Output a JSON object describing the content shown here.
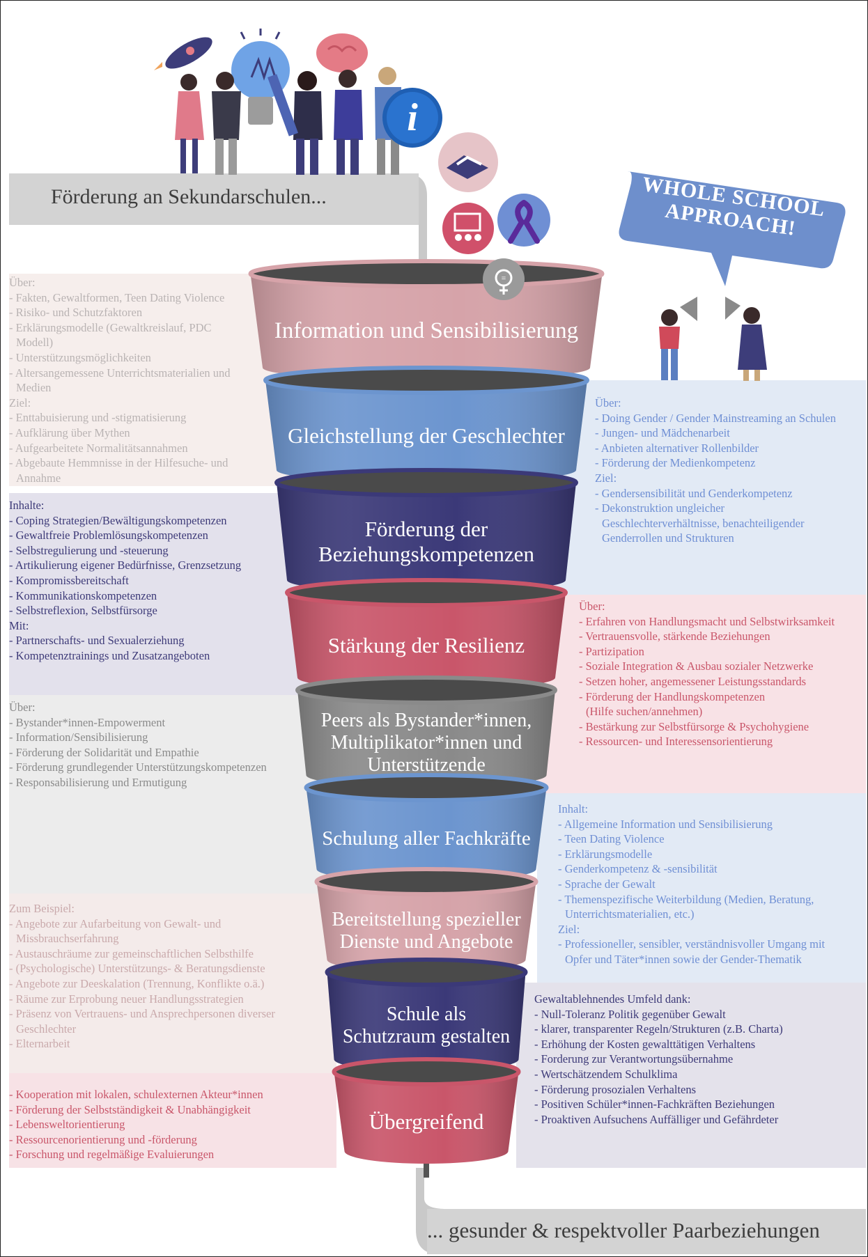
{
  "banners": {
    "top": "Förderung an Sekundarschulen...",
    "bottom": "... gesunder & respektvoller Paarbeziehungen"
  },
  "speech_bubble": {
    "line1": "WHOLE SCHOOL",
    "line2": "APPROACH!"
  },
  "tiers": [
    {
      "label": [
        "Information und Sensibilisierung"
      ],
      "color": "#d6a3a9"
    },
    {
      "label": [
        "Gleichstellung der Geschlechter"
      ],
      "color": "#6c95cf"
    },
    {
      "label": [
        "Förderung der",
        "Beziehungskompetenzen"
      ],
      "color": "#3b3978"
    },
    {
      "label": [
        "Stärkung der Resilienz"
      ],
      "color": "#c9566a"
    },
    {
      "label": [
        "Peers als Bystander*innen,",
        "Multiplikator*innen und",
        "Unterstützende"
      ],
      "color": "#8a8a8a"
    },
    {
      "label": [
        "Schulung aller Fachkräfte"
      ],
      "color": "#6c95cf"
    },
    {
      "label": [
        "Bereitstellung spezieller",
        "Dienste und Angebote"
      ],
      "color": "#d6a3a9"
    },
    {
      "label": [
        "Schule als",
        "Schutzraum gestalten"
      ],
      "color": "#3b3978"
    },
    {
      "label": [
        "Übergreifend"
      ],
      "color": "#c9566a"
    }
  ],
  "panels": [
    {
      "id": "info",
      "lines": [
        {
          "t": "Über:"
        },
        {
          "t": "- Fakten, Gewaltformen, Teen Dating Violence"
        },
        {
          "t": "- Risiko- und Schutzfaktoren"
        },
        {
          "t": "- Erklärungsmodelle (Gewaltkreislauf, PDC"
        },
        {
          "t": "Modell)",
          "i": true
        },
        {
          "t": "- Unterstützungsmöglichkeiten"
        },
        {
          "t": "- Altersangemessene Unterrichtsmaterialien und"
        },
        {
          "t": "Medien",
          "i": true
        },
        {
          "t": "Ziel:"
        },
        {
          "t": "- Enttabuisierung und -stigmatisierung"
        },
        {
          "t": "- Aufklärung über Mythen"
        },
        {
          "t": "- Aufgearbeitete Normalitätsannahmen"
        },
        {
          "t": "- Abgebaute Hemmnisse in der Hilfesuche- und"
        },
        {
          "t": "Annahme",
          "i": true
        }
      ]
    },
    {
      "id": "gender",
      "lines": [
        {
          "t": "Über:"
        },
        {
          "t": "- Doing Gender / Gender Mainstreaming an Schulen"
        },
        {
          "t": "- Jungen- und Mädchenarbeit"
        },
        {
          "t": "- Anbieten alternativer Rollenbilder"
        },
        {
          "t": "- Förderung der Medienkompetenz"
        },
        {
          "t": "Ziel:"
        },
        {
          "t": "- Gendersensibilität und Genderkompetenz"
        },
        {
          "t": "- Dekonstruktion ungleicher"
        },
        {
          "t": "Geschlechterverhältnisse, benachteiligender",
          "i": true
        },
        {
          "t": "Genderrollen und Strukturen",
          "i": true
        }
      ]
    },
    {
      "id": "relationship",
      "lines": [
        {
          "t": "Inhalte:"
        },
        {
          "t": "- Coping Strategien/Bewältigungskompetenzen"
        },
        {
          "t": "- Gewaltfreie Problemlösungskompetenzen"
        },
        {
          "t": "- Selbstregulierung und -steuerung"
        },
        {
          "t": "- Artikulierung eigener Bedürfnisse, Grenzsetzung"
        },
        {
          "t": "- Kompromissbereitschaft"
        },
        {
          "t": "- Kommunikationskompetenzen"
        },
        {
          "t": "- Selbstreflexion, Selbstfürsorge"
        },
        {
          "t": "Mit:"
        },
        {
          "t": "- Partnerschafts- und Sexualerziehung"
        },
        {
          "t": "- Kompetenztrainings und Zusatzangeboten"
        }
      ]
    },
    {
      "id": "resilience",
      "lines": [
        {
          "t": "Über:"
        },
        {
          "t": "- Erfahren von Handlungsmacht und Selbstwirksamkeit"
        },
        {
          "t": "- Vertrauensvolle, stärkende Beziehungen"
        },
        {
          "t": "- Partizipation"
        },
        {
          "t": "- Soziale Integration & Ausbau sozialer Netzwerke"
        },
        {
          "t": "- Setzen hoher, angemessener Leistungsstandards"
        },
        {
          "t": "- Förderung der Handlungskompetenzen"
        },
        {
          "t": "(Hilfe suchen/annehmen)",
          "i": true
        },
        {
          "t": "- Bestärkung zur Selbstfürsorge & Psychohygiene"
        },
        {
          "t": "- Ressourcen- und Interessensorientierung"
        }
      ]
    },
    {
      "id": "peers",
      "lines": [
        {
          "t": "Über:"
        },
        {
          "t": "- Bystander*innen-Empowerment"
        },
        {
          "t": "- Information/Sensibilisierung"
        },
        {
          "t": "- Förderung der Solidarität und Empathie"
        },
        {
          "t": "- Förderung grundlegender Unterstützungskompetenzen"
        },
        {
          "t": "- Responsabilisierung und Ermutigung"
        }
      ]
    },
    {
      "id": "training",
      "lines": [
        {
          "t": "Inhalt:"
        },
        {
          "t": "- Allgemeine Information und Sensibilisierung"
        },
        {
          "t": "- Teen Dating Violence"
        },
        {
          "t": "- Erklärungsmodelle"
        },
        {
          "t": "- Genderkompetenz & -sensibilität"
        },
        {
          "t": "- Sprache der Gewalt"
        },
        {
          "t": "- Themenspezifische Weiterbildung (Medien, Beratung,"
        },
        {
          "t": "Unterrichtsmaterialien, etc.)",
          "i": true
        },
        {
          "t": "Ziel:"
        },
        {
          "t": "- Professioneller, sensibler, verständnisvoller Umgang mit"
        },
        {
          "t": "Opfer und Täter*innen sowie der Gender-Thematik",
          "i": true
        }
      ]
    },
    {
      "id": "services",
      "lines": [
        {
          "t": "Zum Beispiel:"
        },
        {
          "t": "- Angebote zur Aufarbeitung von Gewalt- und"
        },
        {
          "t": "Missbrauchserfahrung",
          "i": true
        },
        {
          "t": "- Austauschräume zur gemeinschaftlichen Selbsthilfe"
        },
        {
          "t": "- (Psychologische) Unterstützungs- & Beratungsdienste"
        },
        {
          "t": "- Angebote zur Deeskalation  (Trennung, Konflikte o.ä.)"
        },
        {
          "t": "- Räume zur Erprobung neuer Handlungsstrategien"
        },
        {
          "t": "- Präsenz von Vertrauens- und Ansprechpersonen diverser"
        },
        {
          "t": "Geschlechter",
          "i": true
        },
        {
          "t": "- Elternarbeit"
        }
      ]
    },
    {
      "id": "safespace",
      "lines": [
        {
          "t": "Gewaltablehnendes Umfeld dank:"
        },
        {
          "t": "- Null-Toleranz Politik gegenüber Gewalt"
        },
        {
          "t": "- klarer, transparenter Regeln/Strukturen (z.B. Charta)"
        },
        {
          "t": "- Erhöhung der Kosten gewalttätigen Verhaltens"
        },
        {
          "t": "- Forderung zur Verantwortungsübernahme"
        },
        {
          "t": "- Wertschätzendem Schulklima"
        },
        {
          "t": "- Förderung prosozialen Verhaltens"
        },
        {
          "t": "- Positiven Schüler*innen-Fachkräften Beziehungen"
        },
        {
          "t": "- Proaktiven Aufsuchens Auffälliger und Gefährdeter"
        }
      ]
    },
    {
      "id": "overall",
      "lines": [
        {
          "t": "- Kooperation mit lokalen, schulexternen Akteur*innen"
        },
        {
          "t": "- Förderung der Selbstständigkeit & Unabhängigkeit"
        },
        {
          "t": "- Lebensweltorientierung"
        },
        {
          "t": "- Ressourcenorientierung und -förderung"
        },
        {
          "t": "- Forschung und regelmäßige Evaluierungen"
        }
      ]
    }
  ],
  "icons": [
    "rocket-icon",
    "lightbulb-icon",
    "brain-icon",
    "info-icon",
    "handshake-icon",
    "classroom-icon",
    "awareness-ribbon-icon",
    "gender-symbol-icon",
    "megaphone-icon"
  ]
}
